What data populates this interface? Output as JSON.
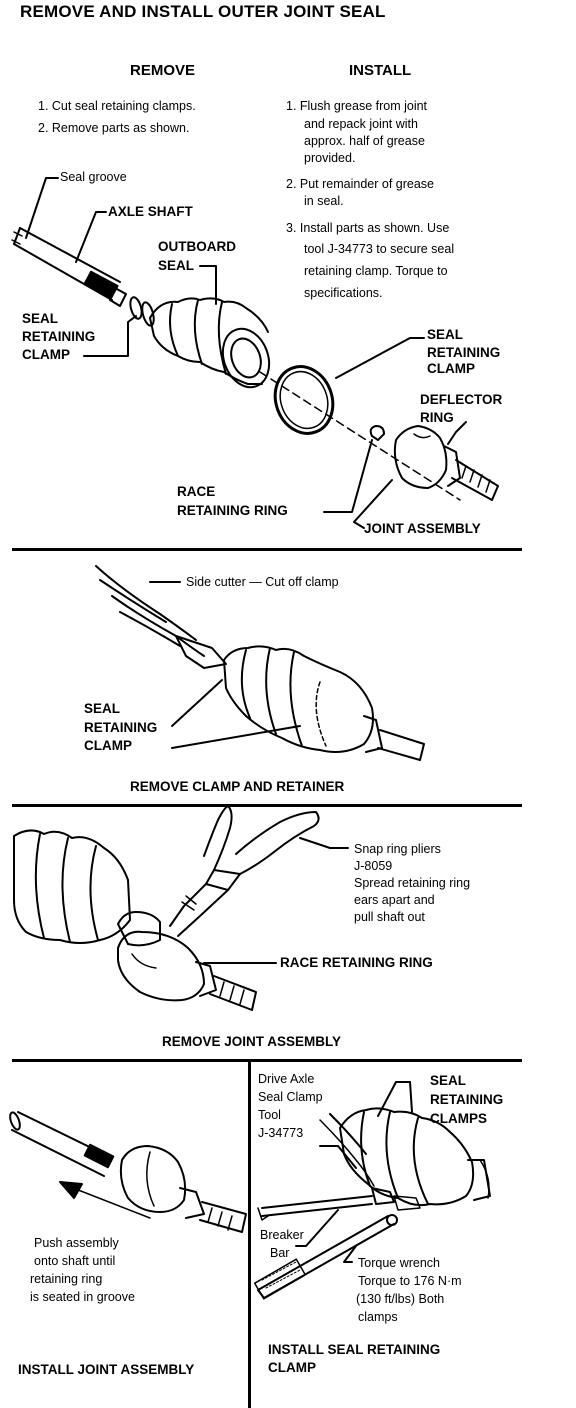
{
  "title": "REMOVE AND INSTALL OUTER JOINT SEAL",
  "panel1": {
    "remove_heading": "REMOVE",
    "install_heading": "INSTALL",
    "remove_steps": [
      "1. Cut seal retaining clamps.",
      "2. Remove parts as shown."
    ],
    "install_step1": [
      "1. Flush grease from joint",
      "and repack joint with",
      "approx. half of grease",
      "provided."
    ],
    "install_step2": [
      "2. Put remainder of grease",
      "in seal."
    ],
    "install_step3": [
      "3. Install parts as shown. Use",
      "tool J-34773 to secure seal",
      "retaining clamp. Torque to",
      "specifications."
    ],
    "labels": {
      "seal_groove": "Seal groove",
      "axle_shaft": "AXLE SHAFT",
      "outboard_seal": [
        "OUTBOARD",
        "SEAL"
      ],
      "seal_retaining_clamp_left": [
        "SEAL",
        "RETAINING",
        "CLAMP"
      ],
      "seal_retaining_clamp_right": [
        "SEAL",
        "RETAINING",
        "CLAMP"
      ],
      "deflector_ring": [
        "DEFLECTOR",
        "RING"
      ],
      "race_retaining_ring": [
        "RACE",
        "RETAINING RING"
      ],
      "joint_assembly": "JOINT ASSEMBLY"
    }
  },
  "panel2": {
    "side_cutter": "Side cutter — Cut off clamp",
    "seal_retaining_clamp": [
      "SEAL",
      "RETAINING",
      "CLAMP"
    ],
    "caption": "REMOVE CLAMP AND RETAINER"
  },
  "panel3": {
    "snap_ring_pliers": [
      "Snap ring pliers",
      "J-8059",
      "Spread retaining ring",
      "ears apart and",
      "pull shaft out"
    ],
    "race_retaining_ring": "RACE RETAINING RING",
    "caption": "REMOVE JOINT ASSEMBLY"
  },
  "panel4": {
    "push_text": [
      "Push assembly",
      "onto shaft until",
      "retaining ring",
      "is seated in groove"
    ],
    "caption": "INSTALL JOINT ASSEMBLY"
  },
  "panel5": {
    "tool_label": [
      "Drive Axle",
      "Seal Clamp",
      "Tool",
      "J-34773"
    ],
    "seal_clamps": [
      "SEAL",
      "RETAINING",
      "CLAMPS"
    ],
    "breaker_bar": [
      "Breaker",
      "Bar"
    ],
    "torque_wrench": [
      "Torque wrench",
      "Torque to 176 N·m",
      "(130 ft/lbs) Both",
      "clamps"
    ],
    "caption": [
      "INSTALL SEAL RETAINING",
      "CLAMP"
    ]
  }
}
